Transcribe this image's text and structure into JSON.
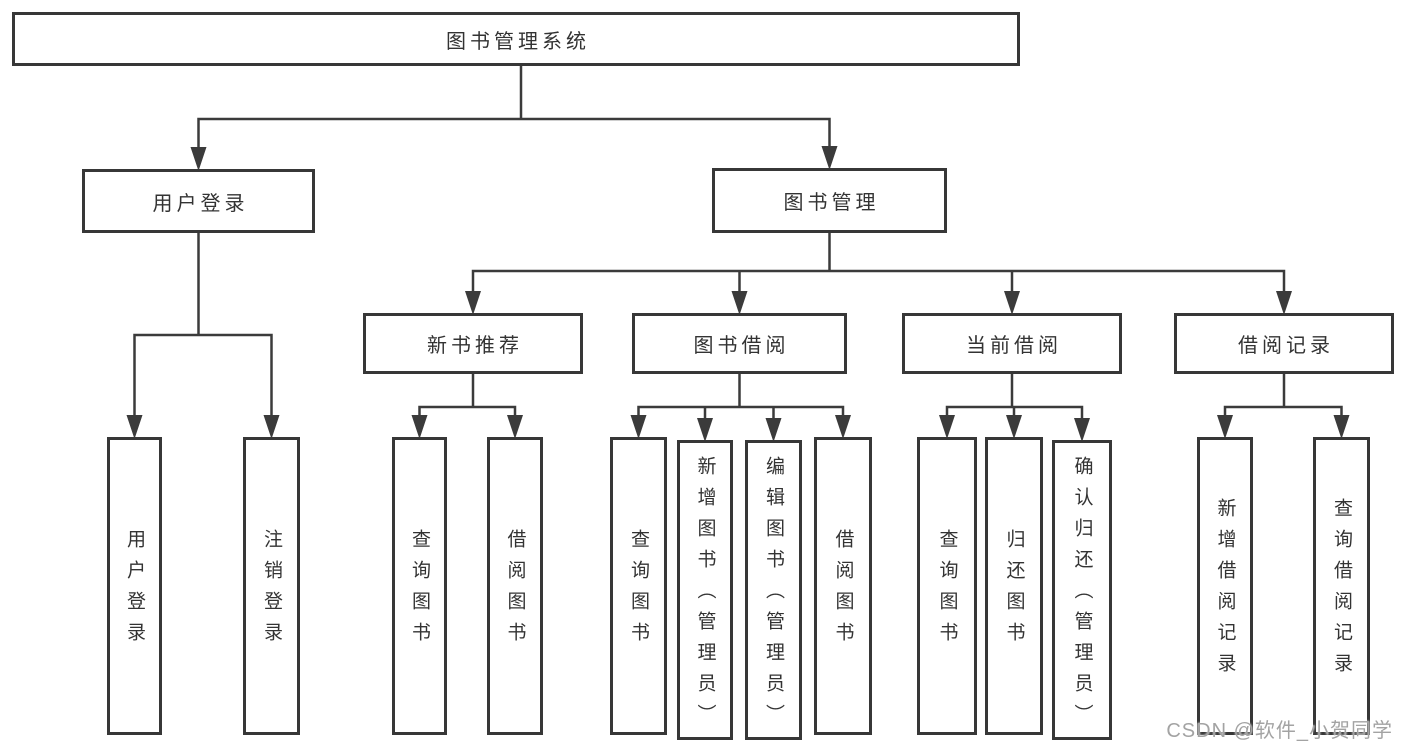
{
  "diagram": {
    "root": {
      "label": "图书管理系统"
    },
    "branches": {
      "user_login": {
        "label": "用户登录",
        "children": [
          {
            "label": "用户登录"
          },
          {
            "label": "注销登录"
          }
        ]
      },
      "book_management": {
        "label": "图书管理",
        "categories": [
          {
            "label": "新书推荐",
            "children": [
              {
                "label": "查询图书"
              },
              {
                "label": "借阅图书"
              }
            ]
          },
          {
            "label": "图书借阅",
            "children": [
              {
                "label": "查询图书"
              },
              {
                "label": "新增图书（管理员）"
              },
              {
                "label": "编辑图书（管理员）"
              },
              {
                "label": "借阅图书"
              }
            ]
          },
          {
            "label": "当前借阅",
            "children": [
              {
                "label": "查询图书"
              },
              {
                "label": "归还图书"
              },
              {
                "label": "确认归还（管理员）"
              }
            ]
          },
          {
            "label": "借阅记录",
            "children": [
              {
                "label": "新增借阅记录"
              },
              {
                "label": "查询借阅记录"
              }
            ]
          }
        ]
      }
    },
    "watermark": "CSDN @软件_小贺同学",
    "colors": {
      "line": "#3b3b3b",
      "border": "#373737",
      "text": "#333333",
      "watermark": "#a3a3a3",
      "background": "#ffffff"
    }
  }
}
